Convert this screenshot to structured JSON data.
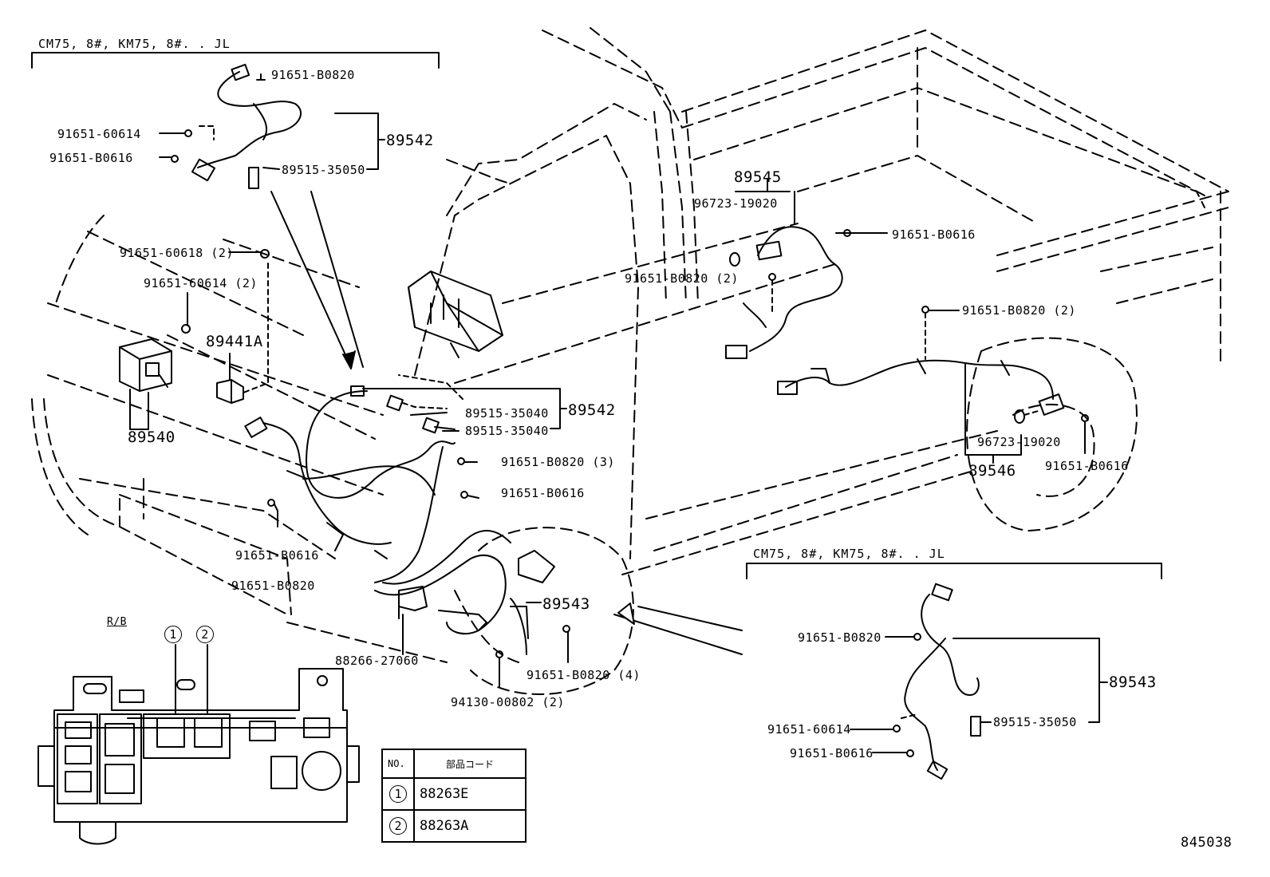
{
  "header_left": "CM75, 8#, KM75, 8#. . JL",
  "header_right": "CM75, 8#, KM75, 8#. . JL",
  "drawing_number": "845038",
  "rb_label": "R/B",
  "labels": {
    "p1": "91651-B0820",
    "p2": "91651-60614",
    "p3": "91651-B0616",
    "p4": "89542",
    "p5": "89515-35050",
    "p6": "91651-60618 (2)",
    "p7": "91651-60614 (2)",
    "p8": "89441A",
    "p9": "89540",
    "p10": "89515-35040",
    "p11": "89542",
    "p12": "89515-35040",
    "p13": "91651-B0820 (3)",
    "p14": "91651-B0616",
    "p15": "91651-B0616",
    "p16": "91651-B0820",
    "p17": "89543",
    "p18": "88266-27060",
    "p19": "91651-B0820 (4)",
    "p20": "94130-00802 (2)",
    "p21": "89545",
    "p22": "96723-19020",
    "p23": "91651-B0616",
    "p24": "91651-B0820 (2)",
    "p25": "91651-B0820 (2)",
    "p26": "96723-19020",
    "p27": "89546",
    "p28": "91651-B0616",
    "p29": "91651-B0820",
    "p30": "89543",
    "p31": "89515-35050",
    "p32": "91651-60614",
    "p33": "91651-B0616"
  },
  "callouts": {
    "c1": "1",
    "c2": "2"
  },
  "legend": {
    "header_no": "NO.",
    "header_code": "部品コード",
    "rows": [
      {
        "no": "1",
        "code": "88263E"
      },
      {
        "no": "2",
        "code": "88263A"
      }
    ]
  }
}
